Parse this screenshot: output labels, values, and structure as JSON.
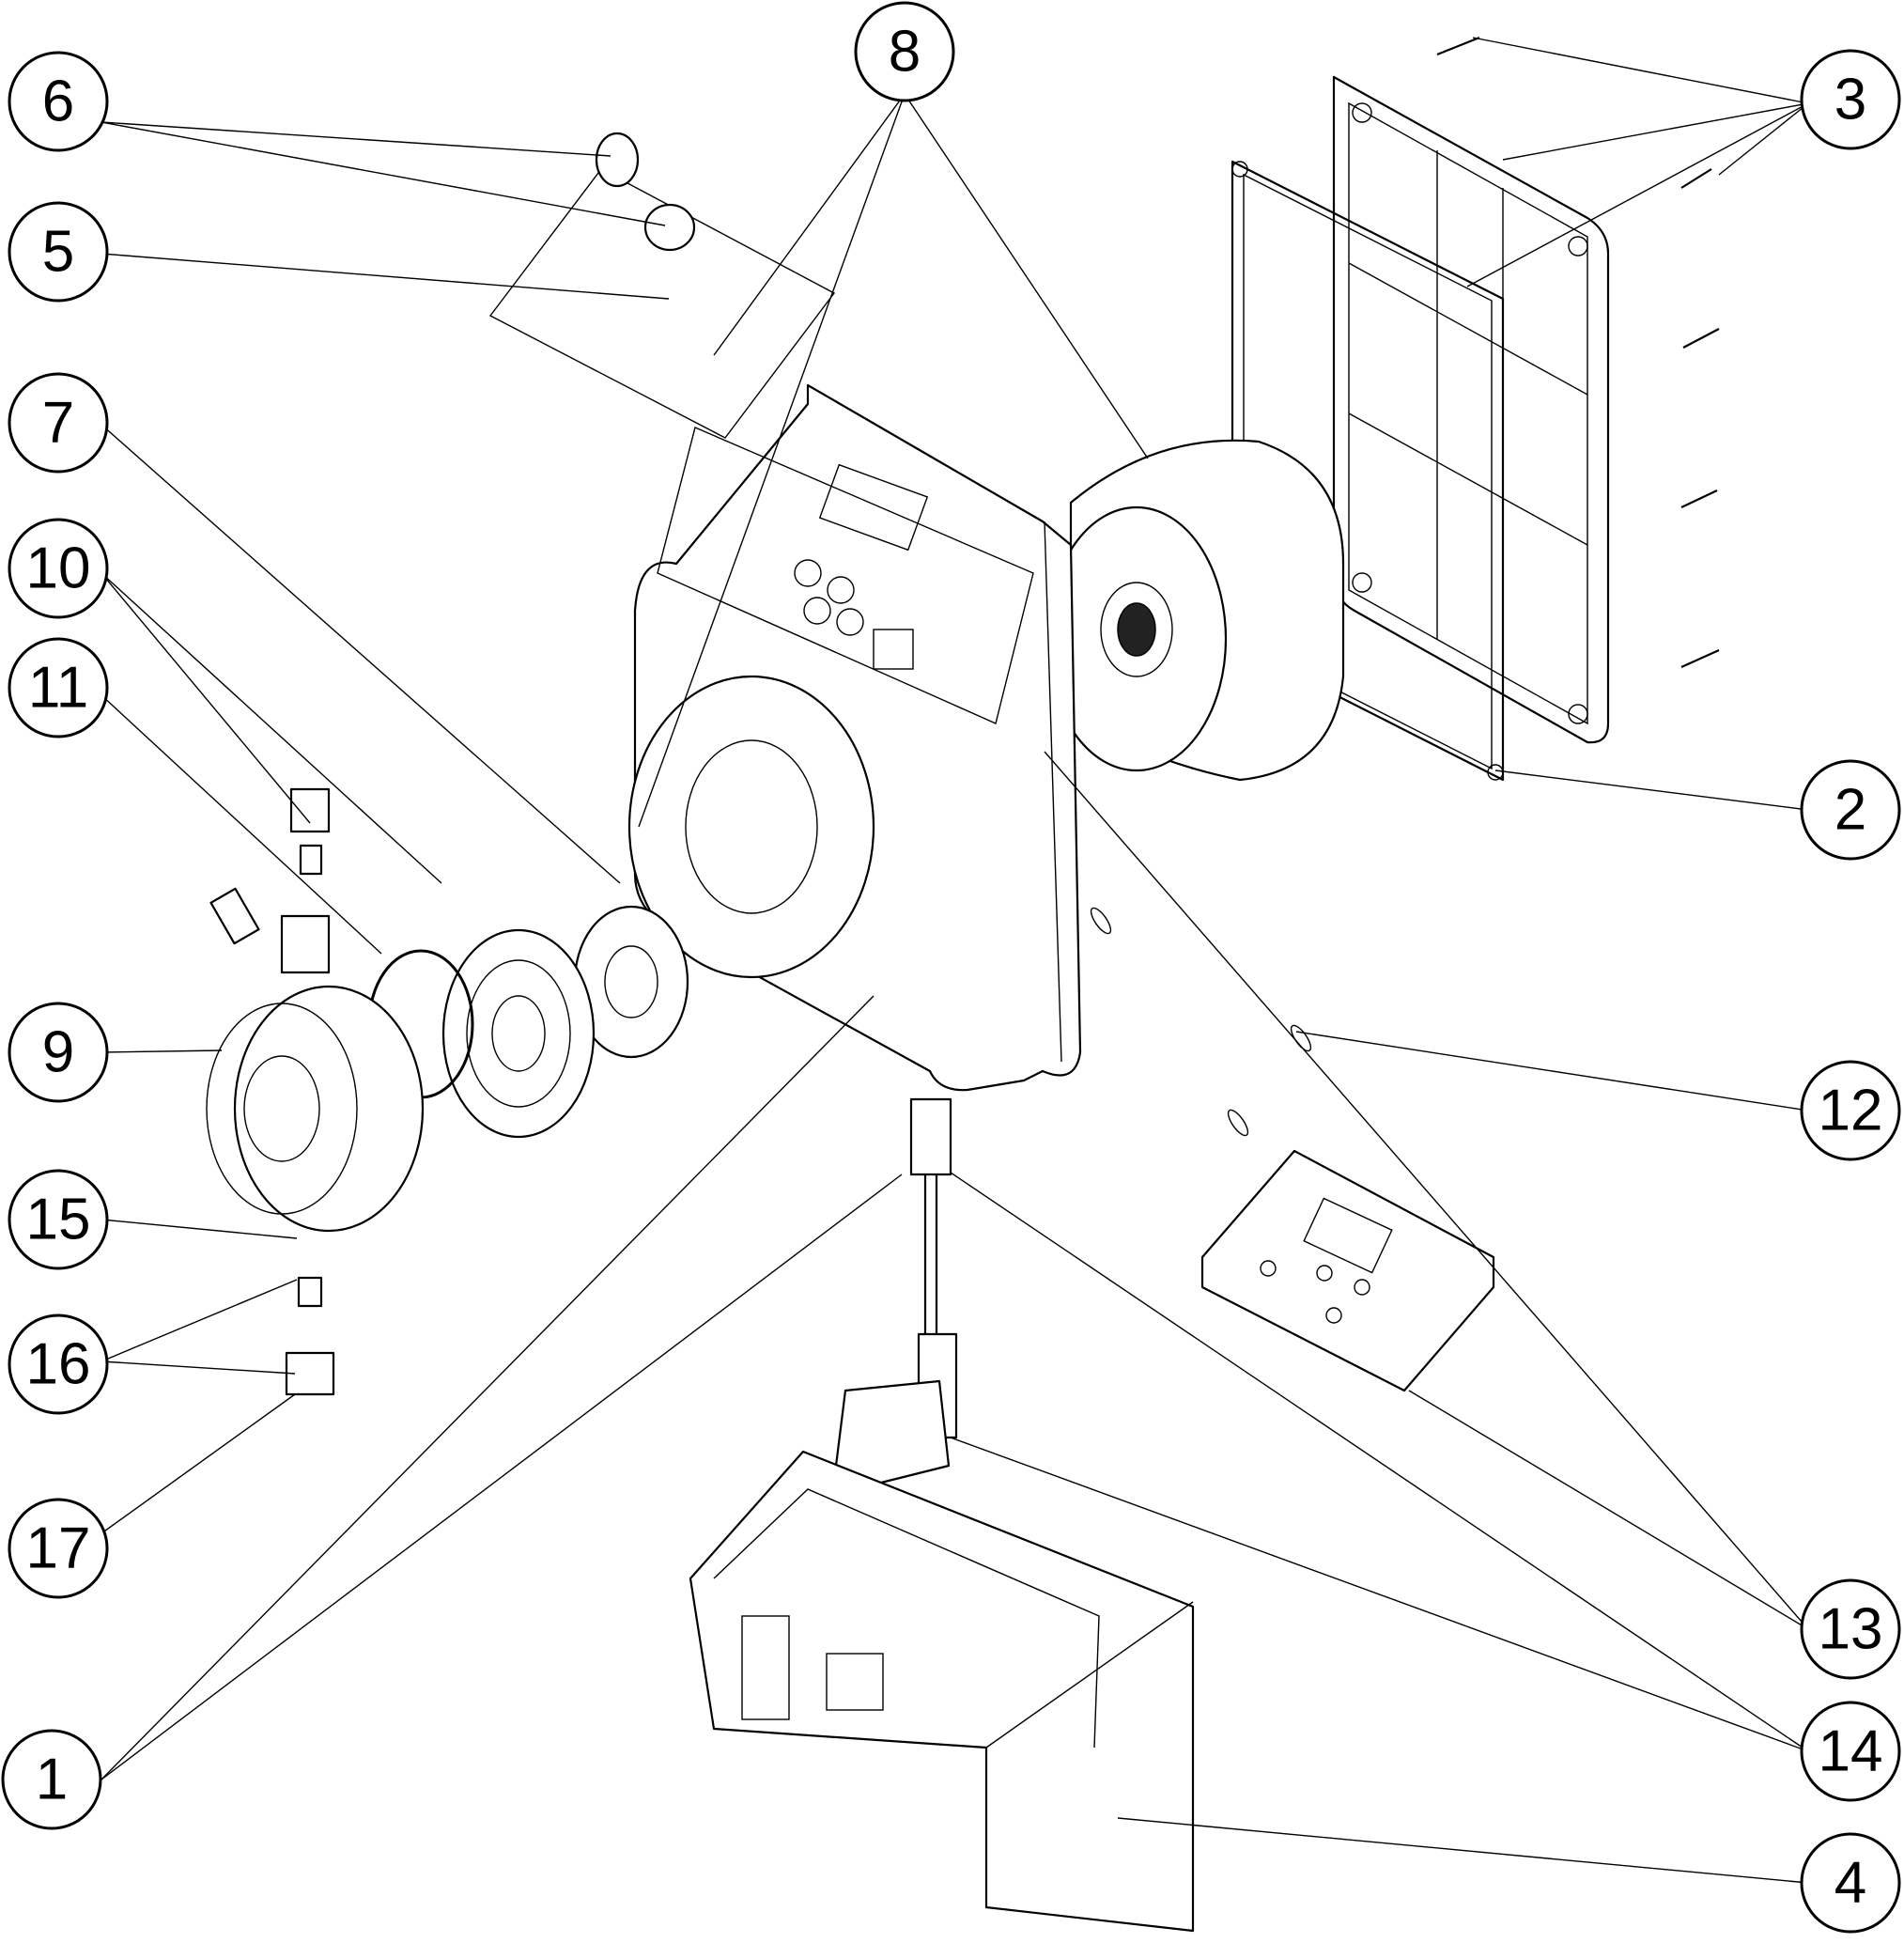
{
  "diagram": {
    "callouts": [
      {
        "id": "c1",
        "label": "1"
      },
      {
        "id": "c2",
        "label": "2"
      },
      {
        "id": "c3",
        "label": "3"
      },
      {
        "id": "c4",
        "label": "4"
      },
      {
        "id": "c5",
        "label": "5"
      },
      {
        "id": "c6",
        "label": "6"
      },
      {
        "id": "c7",
        "label": "7"
      },
      {
        "id": "c8",
        "label": "8"
      },
      {
        "id": "c9",
        "label": "9"
      },
      {
        "id": "c10",
        "label": "10"
      },
      {
        "id": "c11",
        "label": "11"
      },
      {
        "id": "c12",
        "label": "12"
      },
      {
        "id": "c13",
        "label": "13"
      },
      {
        "id": "c14",
        "label": "14"
      },
      {
        "id": "c15",
        "label": "15"
      },
      {
        "id": "c16",
        "label": "16"
      },
      {
        "id": "c17",
        "label": "17"
      }
    ],
    "colors": {
      "line": "#000000",
      "background": "#ffffff"
    }
  }
}
